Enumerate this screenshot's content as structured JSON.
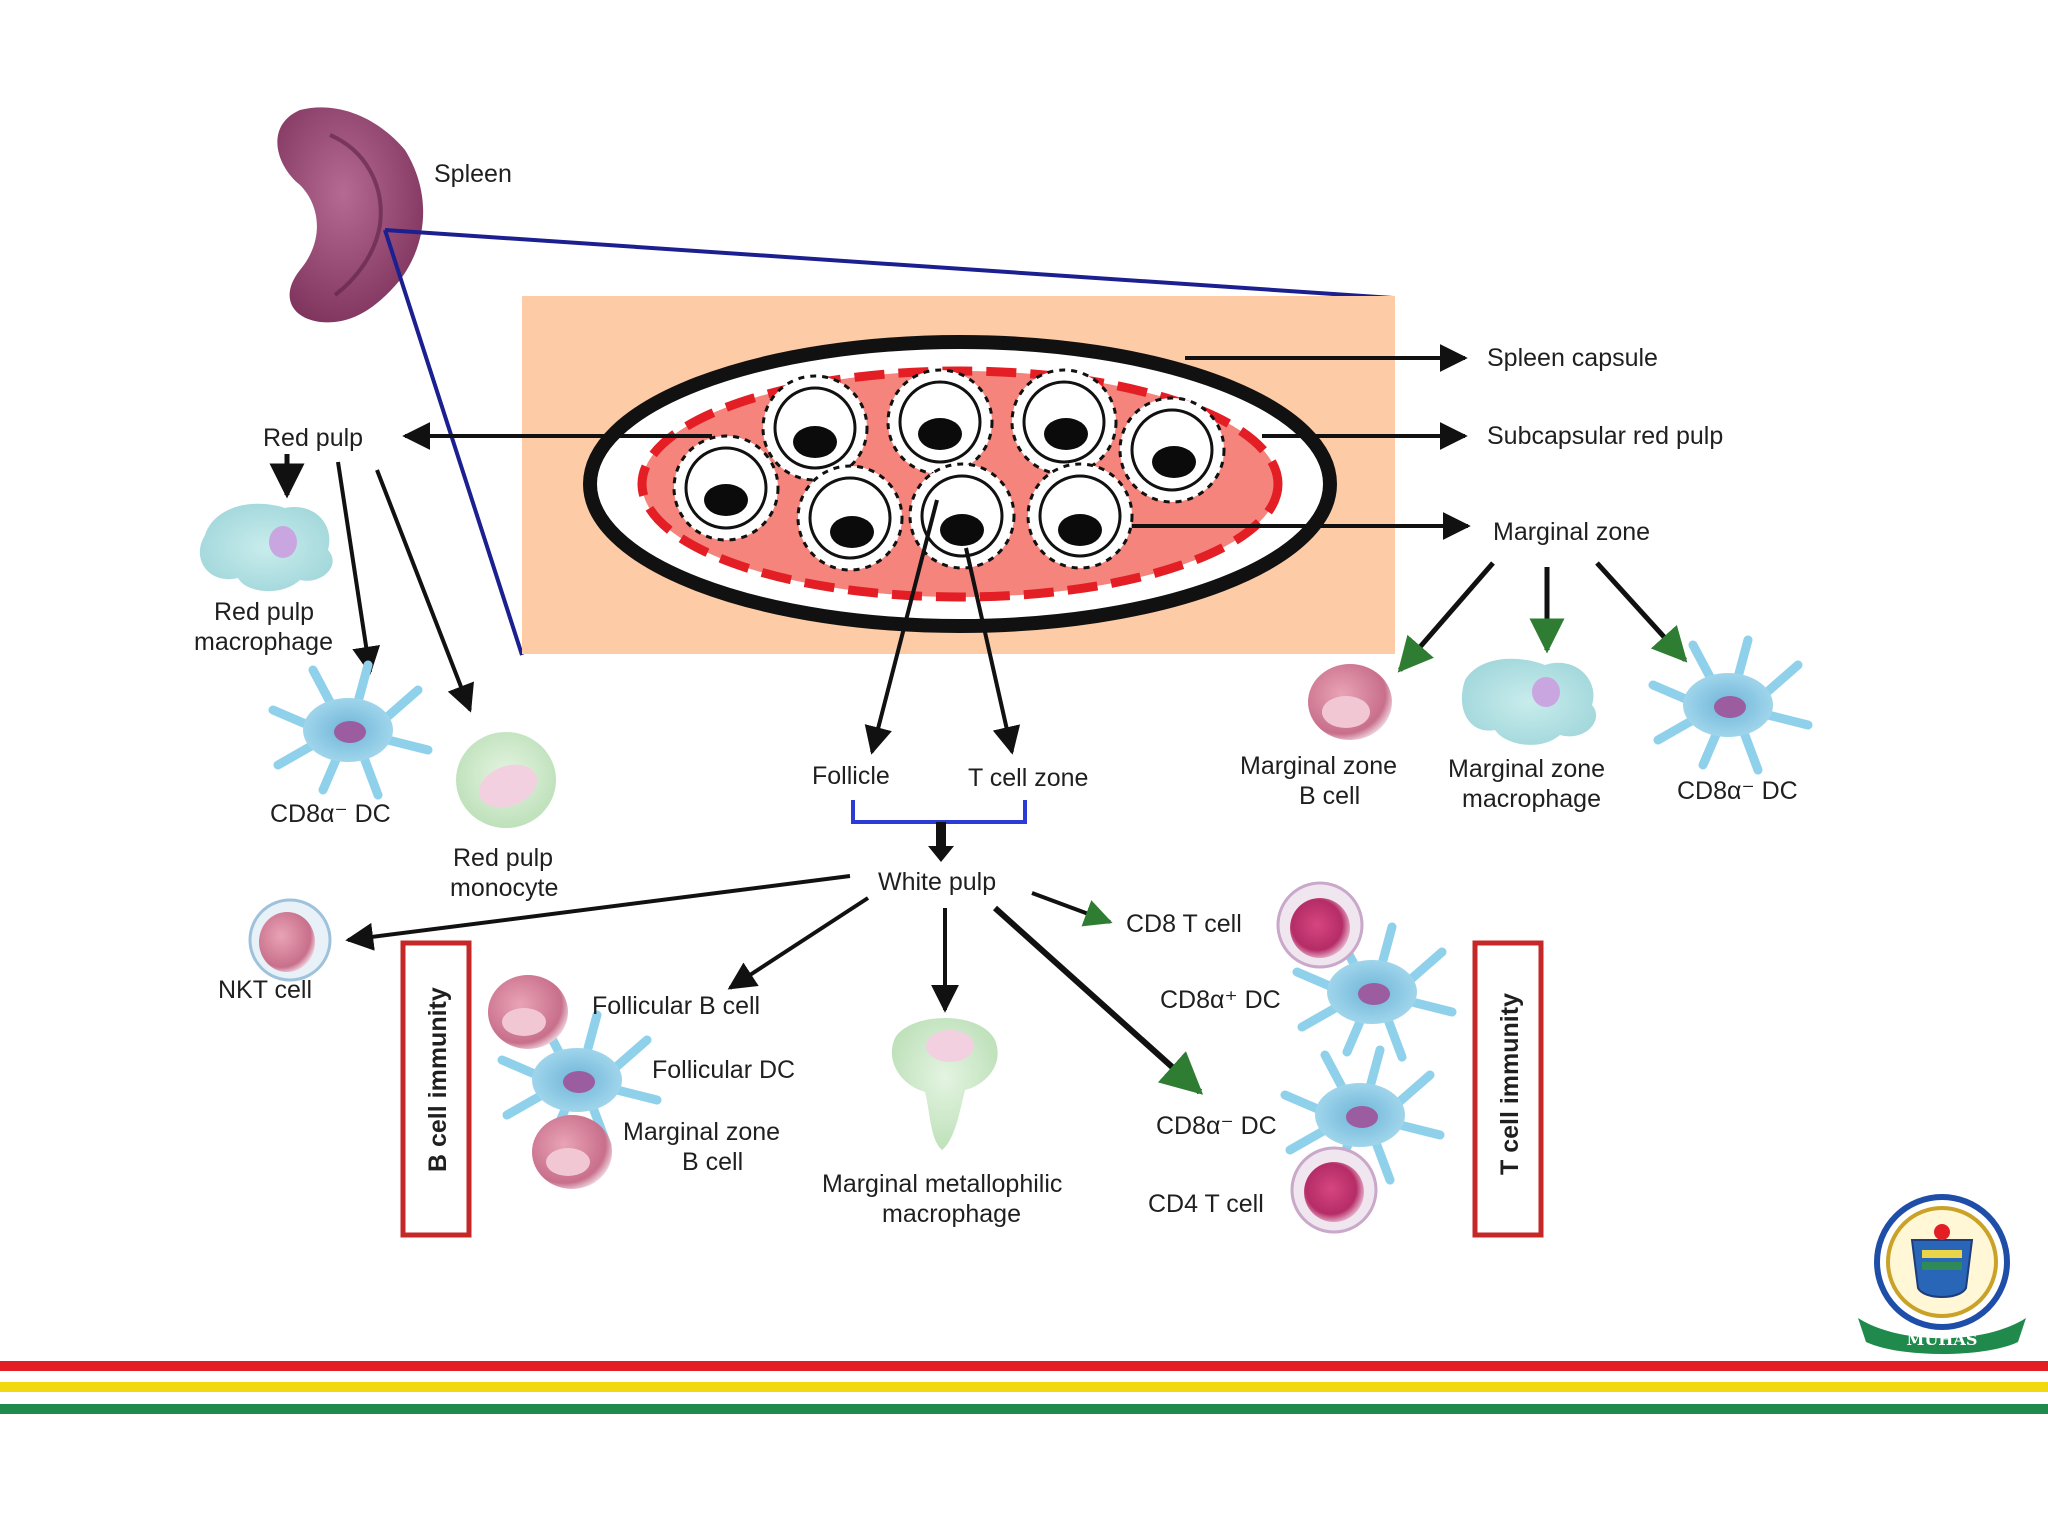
{
  "labels": {
    "spleen": "Spleen",
    "spleen_capsule": "Spleen capsule",
    "subcapsular_red_pulp": "Subcapsular red pulp",
    "marginal_zone": "Marginal zone",
    "red_pulp": "Red pulp",
    "red_pulp_macrophage": [
      "Red pulp",
      "macrophage"
    ],
    "cd8a_minus_dc": "CD8α⁻ DC",
    "red_pulp_monocyte": [
      "Red pulp",
      "monocyte"
    ],
    "follicle": "Follicle",
    "t_cell_zone": "T cell zone",
    "white_pulp": "White pulp",
    "mz_b_cell": [
      "Marginal zone",
      "B cell"
    ],
    "mz_macrophage": [
      "Marginal zone",
      "macrophage"
    ],
    "mz_cd8a_minus_dc": "CD8α⁻ DC",
    "nkt_cell": "NKT cell",
    "b_cell_immunity": "B cell  immunity",
    "t_cell_immunity": "T cell immunity",
    "follicular_b_cell": "Follicular B cell",
    "follicular_dc": "Follicular DC",
    "wp_mz_b_cell": [
      "Marginal zone",
      "B cell"
    ],
    "marginal_metallophilic_macrophage": [
      "Marginal metallophilic",
      "macrophage"
    ],
    "cd8_t_cell": "CD8 T cell",
    "cd8a_plus_dc": "CD8α⁺ DC",
    "wp_cd8a_minus_dc": "CD8α⁻ DC",
    "cd4_t_cell": "CD4 T cell"
  },
  "logo": {
    "text": "MUHAS"
  },
  "colors": {
    "spleen": "#8e3f6b",
    "section_bg": "#fdcba6",
    "red_pulp": "#f4847c",
    "dash_red": "#e31e24",
    "zoom_line": "#1b1f8f",
    "bracket": "#2b3bd6",
    "box_border": "#c62828",
    "green_arrow": "#2e7d32",
    "stripe_red": "#e31e24",
    "stripe_yellow": "#f2d90f",
    "stripe_green": "#1f8a4c"
  }
}
